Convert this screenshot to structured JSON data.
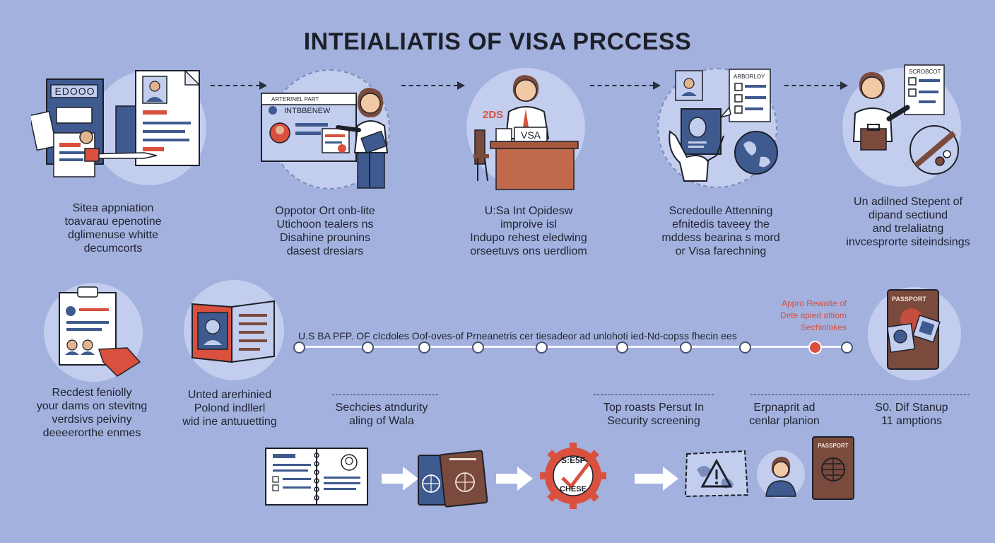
{
  "title": "INTEIALIATIS OF VISA PRCCESS",
  "top_steps": [
    {
      "lines": [
        "Sitea appniation",
        "toavarau epenotine",
        "dglimenuse whitte",
        "decumcorts"
      ]
    },
    {
      "lines": [
        "Oppotor Ort onb-lite",
        "Utichoon tealers ns",
        "Disahine prounins",
        "dasest dresiars"
      ]
    },
    {
      "lines": [
        "U:Sa Int Opidesw",
        "improive isl",
        "Indupo rehest eledwing",
        "orseetuvs ons uerdliom"
      ]
    },
    {
      "lines": [
        "Scredoulle  Attenning",
        "efnitedis taveey the",
        "mddess bearina s mord",
        "or Visa farechning"
      ]
    },
    {
      "lines": [
        "Un adilned Stepent of",
        "dipand sectiund",
        "and trelaliatng",
        "invcesprorte siteindsings"
      ]
    }
  ],
  "icon_text": {
    "edooo": "EDOOO",
    "interview_card_header": "ARTERINEL PART",
    "interview_card": "INTBBENEW",
    "sign_red": "2DS",
    "desk_sign": "VSA",
    "doc_small_1": "ARBORLOY",
    "doc_small_2": "SCROBCOT",
    "stamp_top": "S:E5F",
    "stamp_bottom": "CHESE",
    "passport_1": "PASSPORT",
    "passport_2": "PASSPORT"
  },
  "bottom_left": [
    {
      "lines": [
        "Recdest feniolly",
        "your dams on stevitng",
        "verdsivs peiviny",
        "deeeerorthe enmes"
      ]
    },
    {
      "lines": [
        "Unted arerhinied",
        "Polond indllerl",
        "wid ine antuuetting"
      ]
    }
  ],
  "timeline": {
    "text": "U.S BA PFP. OF cIcdoles Oof-oves-of Prneanetris cer tiesadeor ad unlohoti ied-Nd-copss fhecin ees",
    "dot_count": 10,
    "highlight_index": 8,
    "approval_lines": [
      "Appro Rewaite of",
      "Dete apied attiom",
      "Sechinlokes"
    ]
  },
  "bottom_steps": [
    {
      "lines": [
        "Sechcies atndurity",
        "aling of Wala"
      ]
    },
    {
      "lines": [
        "Top roasts Persut In",
        "Security screening"
      ]
    },
    {
      "lines": [
        "Erpnaprit ad",
        "cenlar planion"
      ]
    },
    {
      "lines": [
        "S0. Dif Stanup",
        "11 amptions"
      ]
    }
  ],
  "colors": {
    "background": "#a3b1de",
    "circle": "#c3cdee",
    "navy": "#3f5a8f",
    "red": "#d9503f",
    "brown": "#7a4a3c",
    "dark": "#1d2029"
  }
}
